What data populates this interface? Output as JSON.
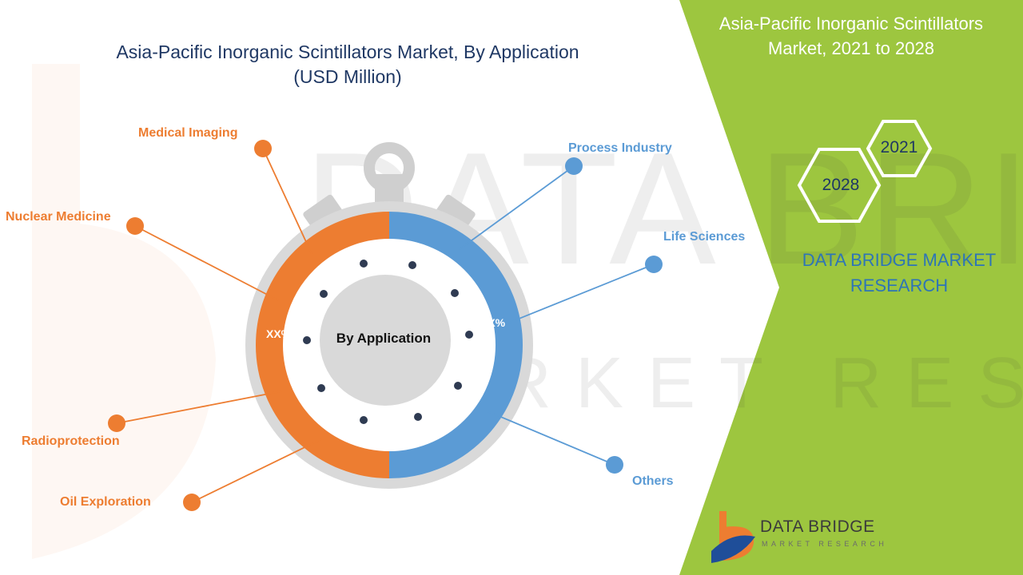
{
  "title": {
    "line1": "Asia-Pacific Inorganic Scintillators Market, By Application",
    "line2": "(USD Million)"
  },
  "side_panel": {
    "title": "Asia-Pacific Inorganic Scintillators Market, 2021 to 2028",
    "year_start": "2021",
    "year_end": "2028",
    "brand": "DATA BRIDGE MARKET RESEARCH"
  },
  "diagram": {
    "center_label": "By Application",
    "left_percent": "XX%",
    "right_percent": "XX%",
    "left_segments": [
      "Medical Imaging",
      "Nuclear Medicine",
      "Radioprotection",
      "Oil Exploration"
    ],
    "right_segments": [
      "Process Industry",
      "Life Sciences",
      "Others"
    ]
  },
  "logo": {
    "name": "DATA BRIDGE",
    "tagline": "MARKET RESEARCH"
  },
  "colors": {
    "orange": "#ed7d31",
    "blue": "#5b9bd5",
    "green": "#9dc63f",
    "gray": "#d9d9d9",
    "navy": "#1f3864"
  }
}
